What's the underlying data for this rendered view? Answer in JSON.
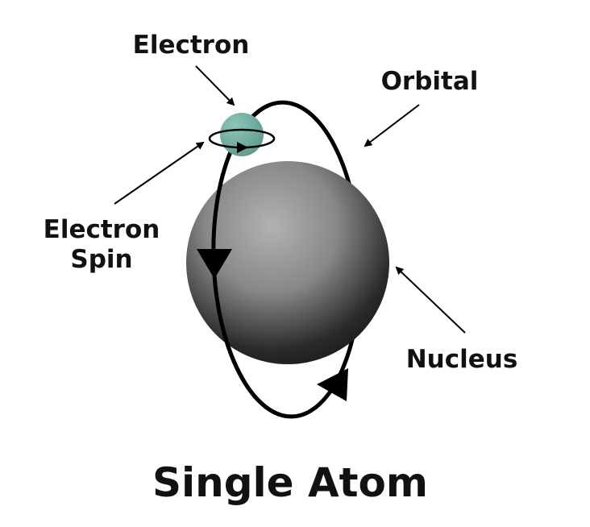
{
  "title": "Single Atom",
  "labels": {
    "electron": "Electron",
    "orbital": "Orbital",
    "electron_spin_line1": "Electron",
    "electron_spin_line2": "Spin",
    "nucleus": "Nucleus"
  },
  "colors": {
    "electron": "#7cb8ab",
    "nucleus_light": "#b0b0b0",
    "nucleus_dark": "#1e1e1e",
    "line": "#000000"
  }
}
